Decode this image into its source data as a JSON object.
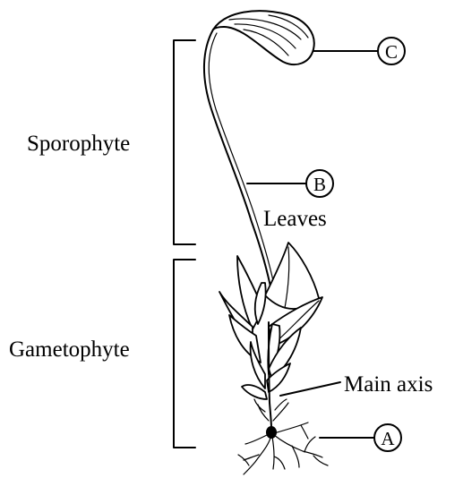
{
  "labels": {
    "sporophyte": "Sporophyte",
    "gametophyte": "Gametophyte",
    "leaves": "Leaves",
    "main_axis": "Main axis"
  },
  "markers": {
    "a": "A",
    "b": "B",
    "c": "C"
  }
}
